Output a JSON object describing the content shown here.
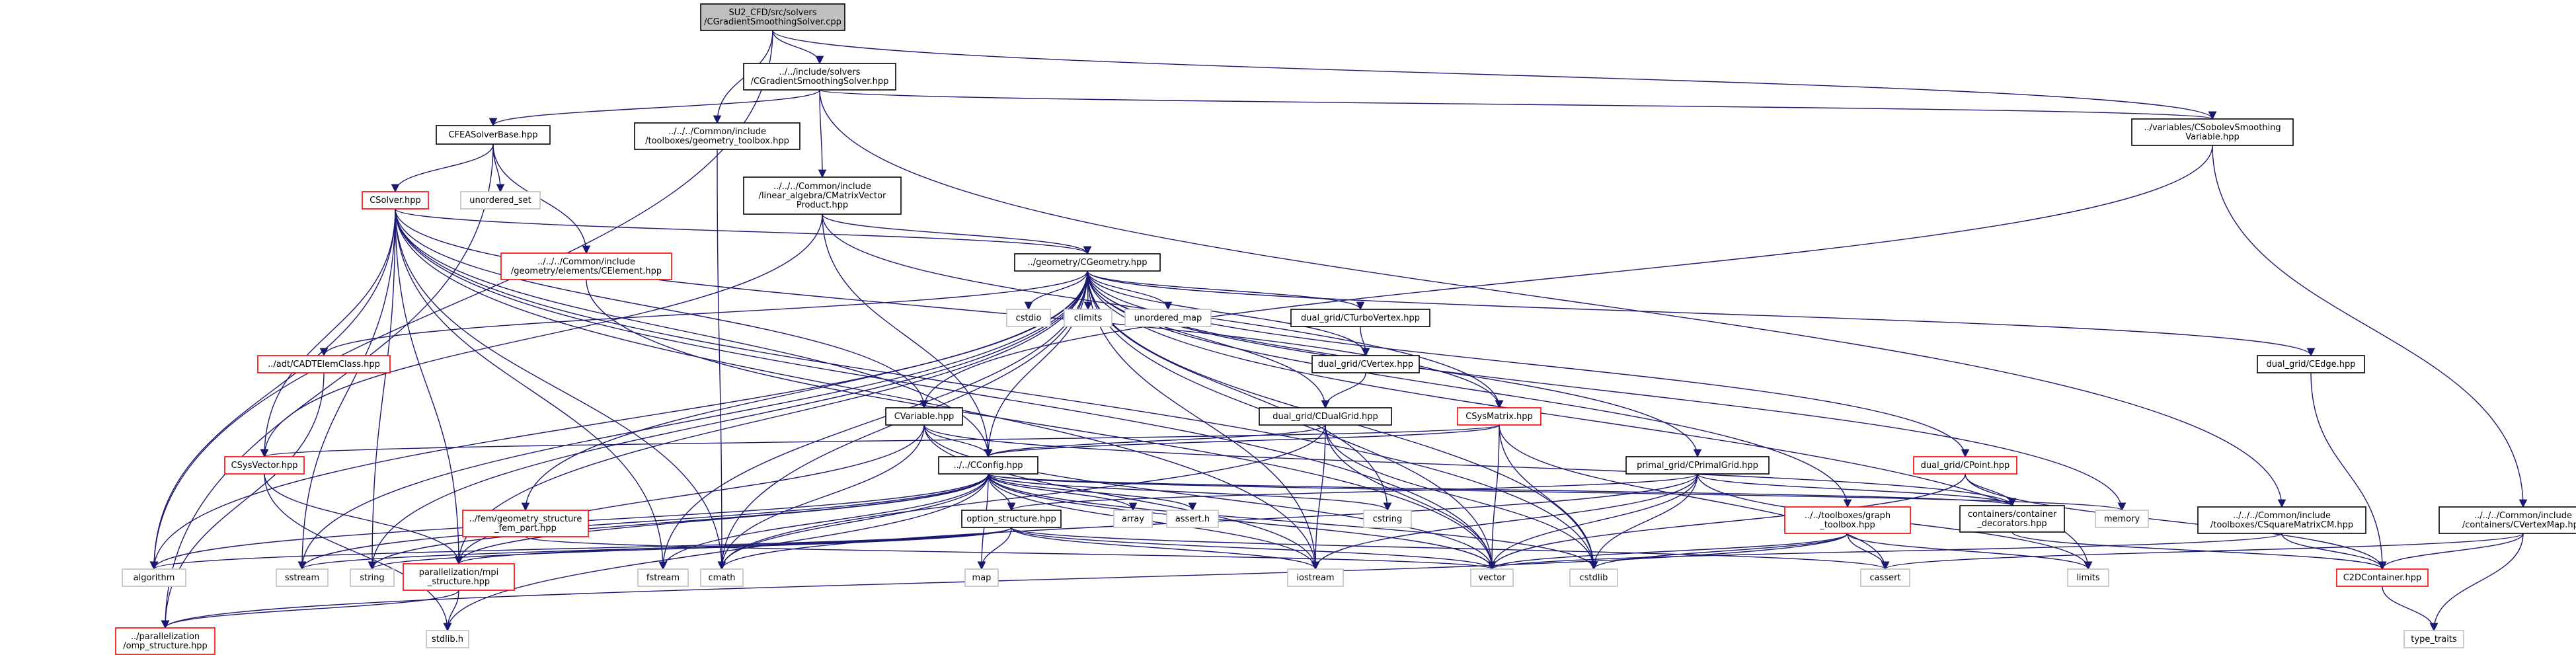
{
  "graph": {
    "colors": {
      "edge": "#191970",
      "text": "#000000",
      "root_fill": "#bfbfbf",
      "normal_border": "#000000",
      "truncated_border": "#ff0000",
      "system_border": "#bfbfbf"
    },
    "nodes": [
      {
        "id": "root",
        "lines": [
          "SU2_CFD/src/solvers",
          "/CGradientSmoothingSolver.cpp"
        ],
        "style": "root"
      },
      {
        "id": "cgss",
        "lines": [
          "../../include/solvers",
          "/CGradientSmoothingSolver.hpp"
        ],
        "style": "normal"
      },
      {
        "id": "cfea",
        "lines": [
          "CFEASolverBase.hpp"
        ],
        "style": "normal"
      },
      {
        "id": "geotool",
        "lines": [
          "../../../Common/include",
          "/toolboxes/geometry_toolbox.hpp"
        ],
        "style": "normal"
      },
      {
        "id": "csobolev",
        "lines": [
          "../variables/CSobolevSmoothing",
          "Variable.hpp"
        ],
        "style": "normal"
      },
      {
        "id": "csolver",
        "lines": [
          "CSolver.hpp"
        ],
        "style": "truncated"
      },
      {
        "id": "unordered_set",
        "lines": [
          "unordered_set"
        ],
        "style": "system"
      },
      {
        "id": "celement",
        "lines": [
          "../../../Common/include",
          "/geometry/elements/CElement.hpp"
        ],
        "style": "truncated"
      },
      {
        "id": "cmatvec",
        "lines": [
          "../../../Common/include",
          "/linear_algebra/CMatrixVector",
          "Product.hpp"
        ],
        "style": "normal"
      },
      {
        "id": "cgeometry",
        "lines": [
          "../geometry/CGeometry.hpp"
        ],
        "style": "normal"
      },
      {
        "id": "cstdio",
        "lines": [
          "cstdio"
        ],
        "style": "system"
      },
      {
        "id": "climits",
        "lines": [
          "climits"
        ],
        "style": "system"
      },
      {
        "id": "unordered_map",
        "lines": [
          "unordered_map"
        ],
        "style": "system"
      },
      {
        "id": "cturbovertex",
        "lines": [
          "dual_grid/CTurboVertex.hpp"
        ],
        "style": "normal"
      },
      {
        "id": "cvertex",
        "lines": [
          "dual_grid/CVertex.hpp"
        ],
        "style": "normal"
      },
      {
        "id": "cdualgrid",
        "lines": [
          "dual_grid/CDualGrid.hpp"
        ],
        "style": "normal"
      },
      {
        "id": "cedge",
        "lines": [
          "dual_grid/CEdge.hpp"
        ],
        "style": "normal"
      },
      {
        "id": "cadt",
        "lines": [
          "../adt/CADTElemClass.hpp"
        ],
        "style": "truncated"
      },
      {
        "id": "cvariable",
        "lines": [
          "CVariable.hpp"
        ],
        "style": "normal"
      },
      {
        "id": "csysmatrix",
        "lines": [
          "CSysMatrix.hpp"
        ],
        "style": "truncated"
      },
      {
        "id": "csysvector",
        "lines": [
          "CSysVector.hpp"
        ],
        "style": "truncated"
      },
      {
        "id": "cconfig",
        "lines": [
          "../../CConfig.hpp"
        ],
        "style": "normal"
      },
      {
        "id": "cprimalgrid",
        "lines": [
          "primal_grid/CPrimalGrid.hpp"
        ],
        "style": "normal"
      },
      {
        "id": "cpoint",
        "lines": [
          "dual_grid/CPoint.hpp"
        ],
        "style": "truncated"
      },
      {
        "id": "fem",
        "lines": [
          "../fem/geometry_structure",
          "_fem_part.hpp"
        ],
        "style": "truncated"
      },
      {
        "id": "option",
        "lines": [
          "option_structure.hpp"
        ],
        "style": "normal"
      },
      {
        "id": "array",
        "lines": [
          "array"
        ],
        "style": "system"
      },
      {
        "id": "assert",
        "lines": [
          "assert.h"
        ],
        "style": "system"
      },
      {
        "id": "cstring",
        "lines": [
          "cstring"
        ],
        "style": "system"
      },
      {
        "id": "contdec",
        "lines": [
          "containers/container",
          "_decorators.hpp"
        ],
        "style": "normal"
      },
      {
        "id": "graphtool",
        "lines": [
          "../../toolboxes/graph",
          "_toolbox.hpp"
        ],
        "style": "truncated"
      },
      {
        "id": "memory",
        "lines": [
          "memory"
        ],
        "style": "system"
      },
      {
        "id": "csqmat",
        "lines": [
          "../../../Common/include",
          "/toolboxes/CSquareMatrixCM.hpp"
        ],
        "style": "normal"
      },
      {
        "id": "cvertexmap",
        "lines": [
          "../../../Common/include",
          "/containers/CVertexMap.hpp"
        ],
        "style": "normal"
      },
      {
        "id": "algorithm",
        "lines": [
          "algorithm"
        ],
        "style": "system"
      },
      {
        "id": "sstream",
        "lines": [
          "sstream"
        ],
        "style": "system"
      },
      {
        "id": "string",
        "lines": [
          "string"
        ],
        "style": "system"
      },
      {
        "id": "mpi",
        "lines": [
          "parallelization/mpi",
          "_structure.hpp"
        ],
        "style": "truncated"
      },
      {
        "id": "fstream",
        "lines": [
          "fstream"
        ],
        "style": "system"
      },
      {
        "id": "cmath",
        "lines": [
          "cmath"
        ],
        "style": "system"
      },
      {
        "id": "map",
        "lines": [
          "map"
        ],
        "style": "system"
      },
      {
        "id": "iostream",
        "lines": [
          "iostream"
        ],
        "style": "system"
      },
      {
        "id": "vector",
        "lines": [
          "vector"
        ],
        "style": "system"
      },
      {
        "id": "cstdlib",
        "lines": [
          "cstdlib"
        ],
        "style": "system"
      },
      {
        "id": "cassert",
        "lines": [
          "cassert"
        ],
        "style": "system"
      },
      {
        "id": "limits",
        "lines": [
          "limits"
        ],
        "style": "system"
      },
      {
        "id": "c2d",
        "lines": [
          "C2DContainer.hpp"
        ],
        "style": "truncated"
      },
      {
        "id": "omp",
        "lines": [
          "../parallelization",
          "/omp_structure.hpp"
        ],
        "style": "truncated"
      },
      {
        "id": "stdlib",
        "lines": [
          "stdlib.h"
        ],
        "style": "system"
      },
      {
        "id": "type_traits",
        "lines": [
          "type_traits"
        ],
        "style": "system"
      }
    ]
  }
}
